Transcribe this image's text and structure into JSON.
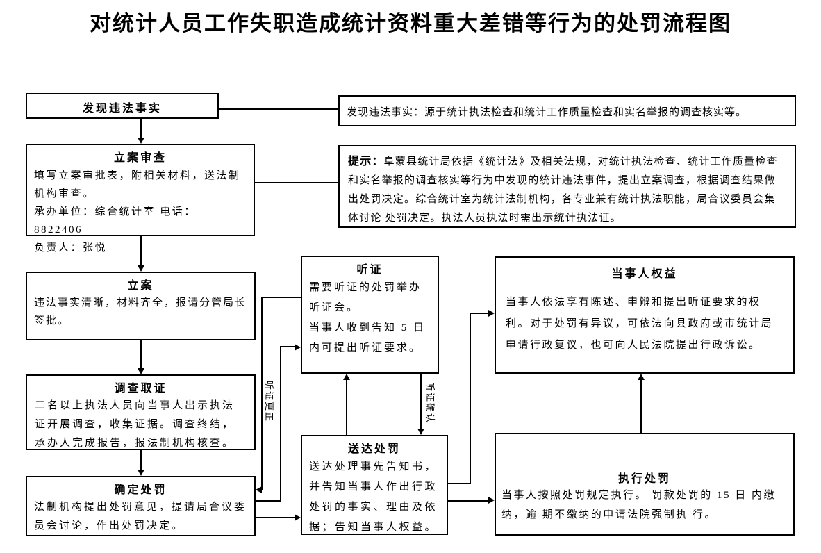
{
  "title": "对统计人员工作失职造成统计资料重大差错等行为的处罚流程图",
  "nodes": {
    "discover": {
      "title": "发现违法事实"
    },
    "discover_note": {
      "text": "发现违法事实：源于统计执法检查和统计工作质量检查和实名举报的调查核实等。"
    },
    "case_review": {
      "title": "立案审查",
      "body1": "填写立案审批表，附相关材料，送法制机构审查。",
      "body2": "承办单位：综合统计室 电话： 8822406",
      "body3": "负责人：张悦"
    },
    "tip": {
      "label": "提示：",
      "text": "阜蒙县统计局依据《统计法》及相关法规，对统计执法检查、统计工作质量检查和实名举报的调查核实等行为中发现的统计违法事件，提出立案调查，根据调查结果做出处罚决定。综合统计室为统计法制机构，各专业兼有统计执法职能，局合议委员会集体讨论 处罚决定。执法人员执法时需出示统计执法证。"
    },
    "filing": {
      "title": "立案",
      "body": "违法事实清晰，材料齐全，报请分管局长签批。"
    },
    "evidence": {
      "title": "调查取证",
      "body": "二名以上执法人员向当事人出示执法证开展调查，收集证据。调查终结，承办人完成报告，报法制机构核查。"
    },
    "determine": {
      "title": "确定处罚",
      "body": "法制机构提出处罚意见，提请局合议委员会讨论，作出处罚决定。"
    },
    "hearing": {
      "title": "听证",
      "body1": "需要听证的处罚举办听证会。",
      "body2": "当事人收到告知 5 日 内可提出听证要求。"
    },
    "deliver": {
      "title": "送达处罚",
      "body": "送达处理事先告知书，并告知当事人作出行政处罚的事实、理由及依据；告知当事人权益。"
    },
    "rights": {
      "title": "当事人权益",
      "body": "当事人依法享有陈述、申辩和提出听证要求的权利。对于处罚有异议，可依法向县政府或市统计局申请行政复议，也可向人民法院提出行政诉讼。"
    },
    "execute": {
      "title": "执行处罚",
      "body": "当事人按照处罚规定执行。 罚款处罚的 15 日 内缴纳，逾 期不缴纳的申请法院强制执 行。"
    }
  },
  "edge_labels": {
    "hearing_correction": "听证更正",
    "hearing_confirm": "听证确认"
  },
  "colors": {
    "line": "#000000",
    "text": "#000000",
    "background": "#ffffff"
  }
}
